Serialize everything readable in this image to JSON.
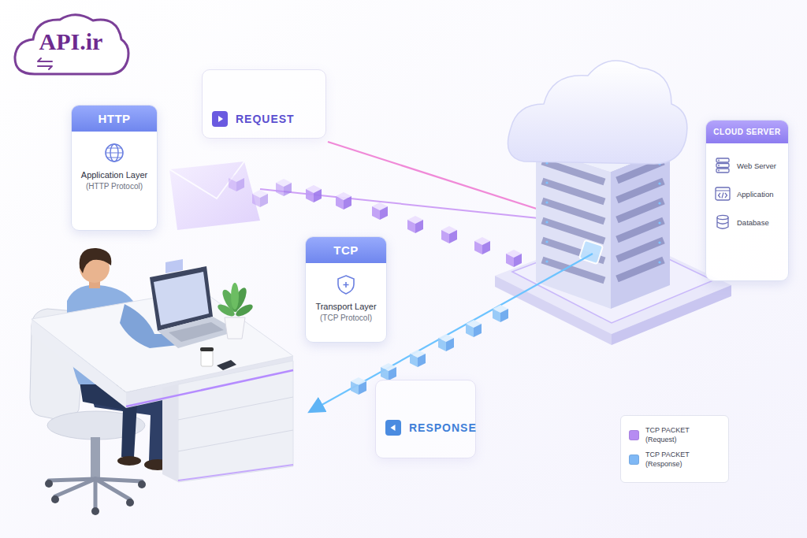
{
  "diagram": {
    "nodes": [
      {
        "text": [
          "API.ir"
        ]
      },
      {
        "text": [
          "HTTP",
          "Application Layer",
          "(HTTP Protocol)"
        ]
      },
      {
        "text": [
          "REQUEST"
        ]
      },
      {
        "text": [
          "TCP",
          "Transport Layer",
          "(TCP Protocol)"
        ]
      },
      {
        "text": [
          "CLOUD SERVER",
          "Web Server",
          "Application",
          "Database"
        ]
      },
      {
        "text": [
          "RESPONSE"
        ]
      }
    ],
    "legend": [
      {
        "text": "TCP PACKET (Request)",
        "color": "#b68cf2"
      },
      {
        "text": "TCP PACKET (Response)",
        "color": "#7fb8f5"
      }
    ]
  }
}
